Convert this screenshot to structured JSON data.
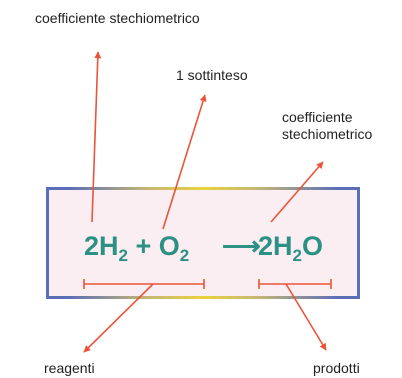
{
  "labels": {
    "coefficient_top": "coefficiente stechiometrico",
    "implicit_one": "1 sottinteso",
    "coefficient_right_line1": "coefficiente",
    "coefficient_right_line2": "stechiometrico",
    "reactants": "reagenti",
    "products": "prodotti"
  },
  "equation": {
    "coef_h2": "2",
    "h2_symbol": "H",
    "h2_subscript": "2",
    "plus": " + ",
    "o2_symbol": "O",
    "o2_subscript": "2",
    "arrow": "⟶",
    "coef_h2o": "2",
    "h2o_symbol_h": "H",
    "h2o_subscript": "2",
    "h2o_symbol_o": "O"
  },
  "colors": {
    "equation_text": "#2b9184",
    "arrows": "#e8553a",
    "box_border": "#5b6fb8",
    "box_accent": "#e9d23e",
    "box_fill": "#fbeef3"
  }
}
